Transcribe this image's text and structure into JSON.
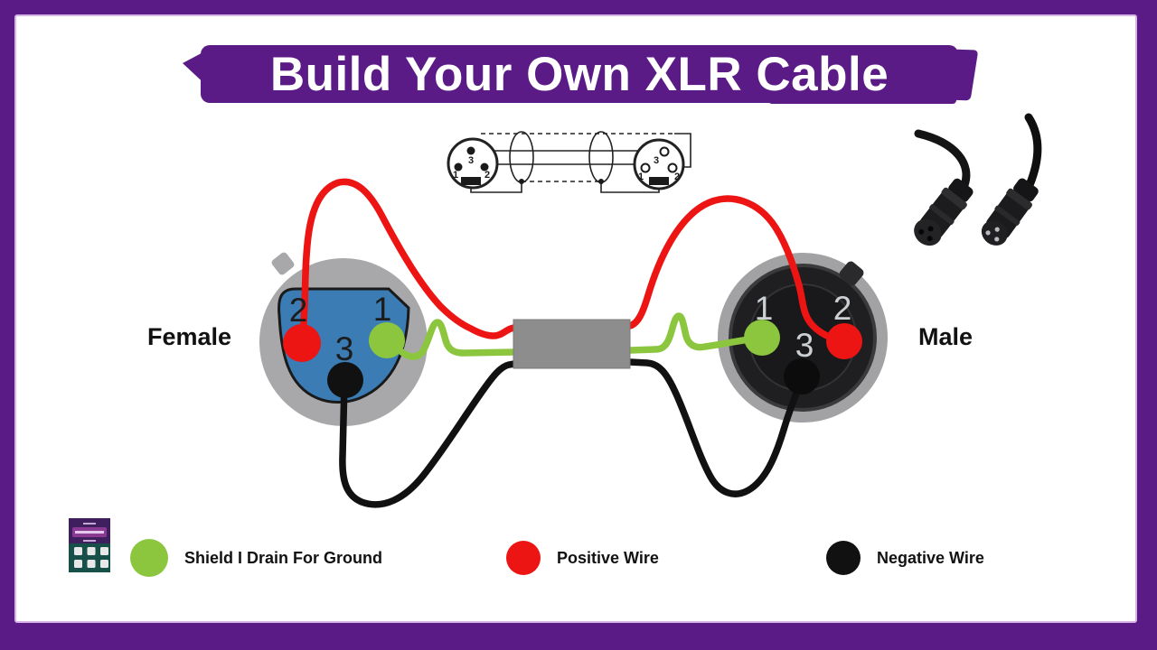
{
  "header": {
    "title": "Build Your Own XLR Cable"
  },
  "colors": {
    "frame_purple": "#5b1b86",
    "positive_red": "#ed1414",
    "shield_green": "#8cc63f",
    "negative_black": "#111111",
    "female_blue": "#3a7cb3",
    "connector_gray": "#a8a8aa",
    "cable_gray": "#8d8d8d"
  },
  "diagram": {
    "female": {
      "label": "Female",
      "pins": [
        {
          "number": "2",
          "role": "positive"
        },
        {
          "number": "1",
          "role": "shield"
        },
        {
          "number": "3",
          "role": "negative"
        }
      ]
    },
    "male": {
      "label": "Male",
      "pins": [
        {
          "number": "1",
          "role": "shield"
        },
        {
          "number": "2",
          "role": "positive"
        },
        {
          "number": "3",
          "role": "negative"
        }
      ]
    }
  },
  "schematic": {
    "left_pins": [
      "3",
      "1",
      "2"
    ],
    "right_pins": [
      "3",
      "1",
      "2"
    ]
  },
  "legend": {
    "items": [
      {
        "label": "Shield I Drain For Ground",
        "color": "#8cc63f"
      },
      {
        "label": "Positive Wire",
        "color": "#ed1414"
      },
      {
        "label": "Negative Wire",
        "color": "#111111"
      }
    ]
  }
}
